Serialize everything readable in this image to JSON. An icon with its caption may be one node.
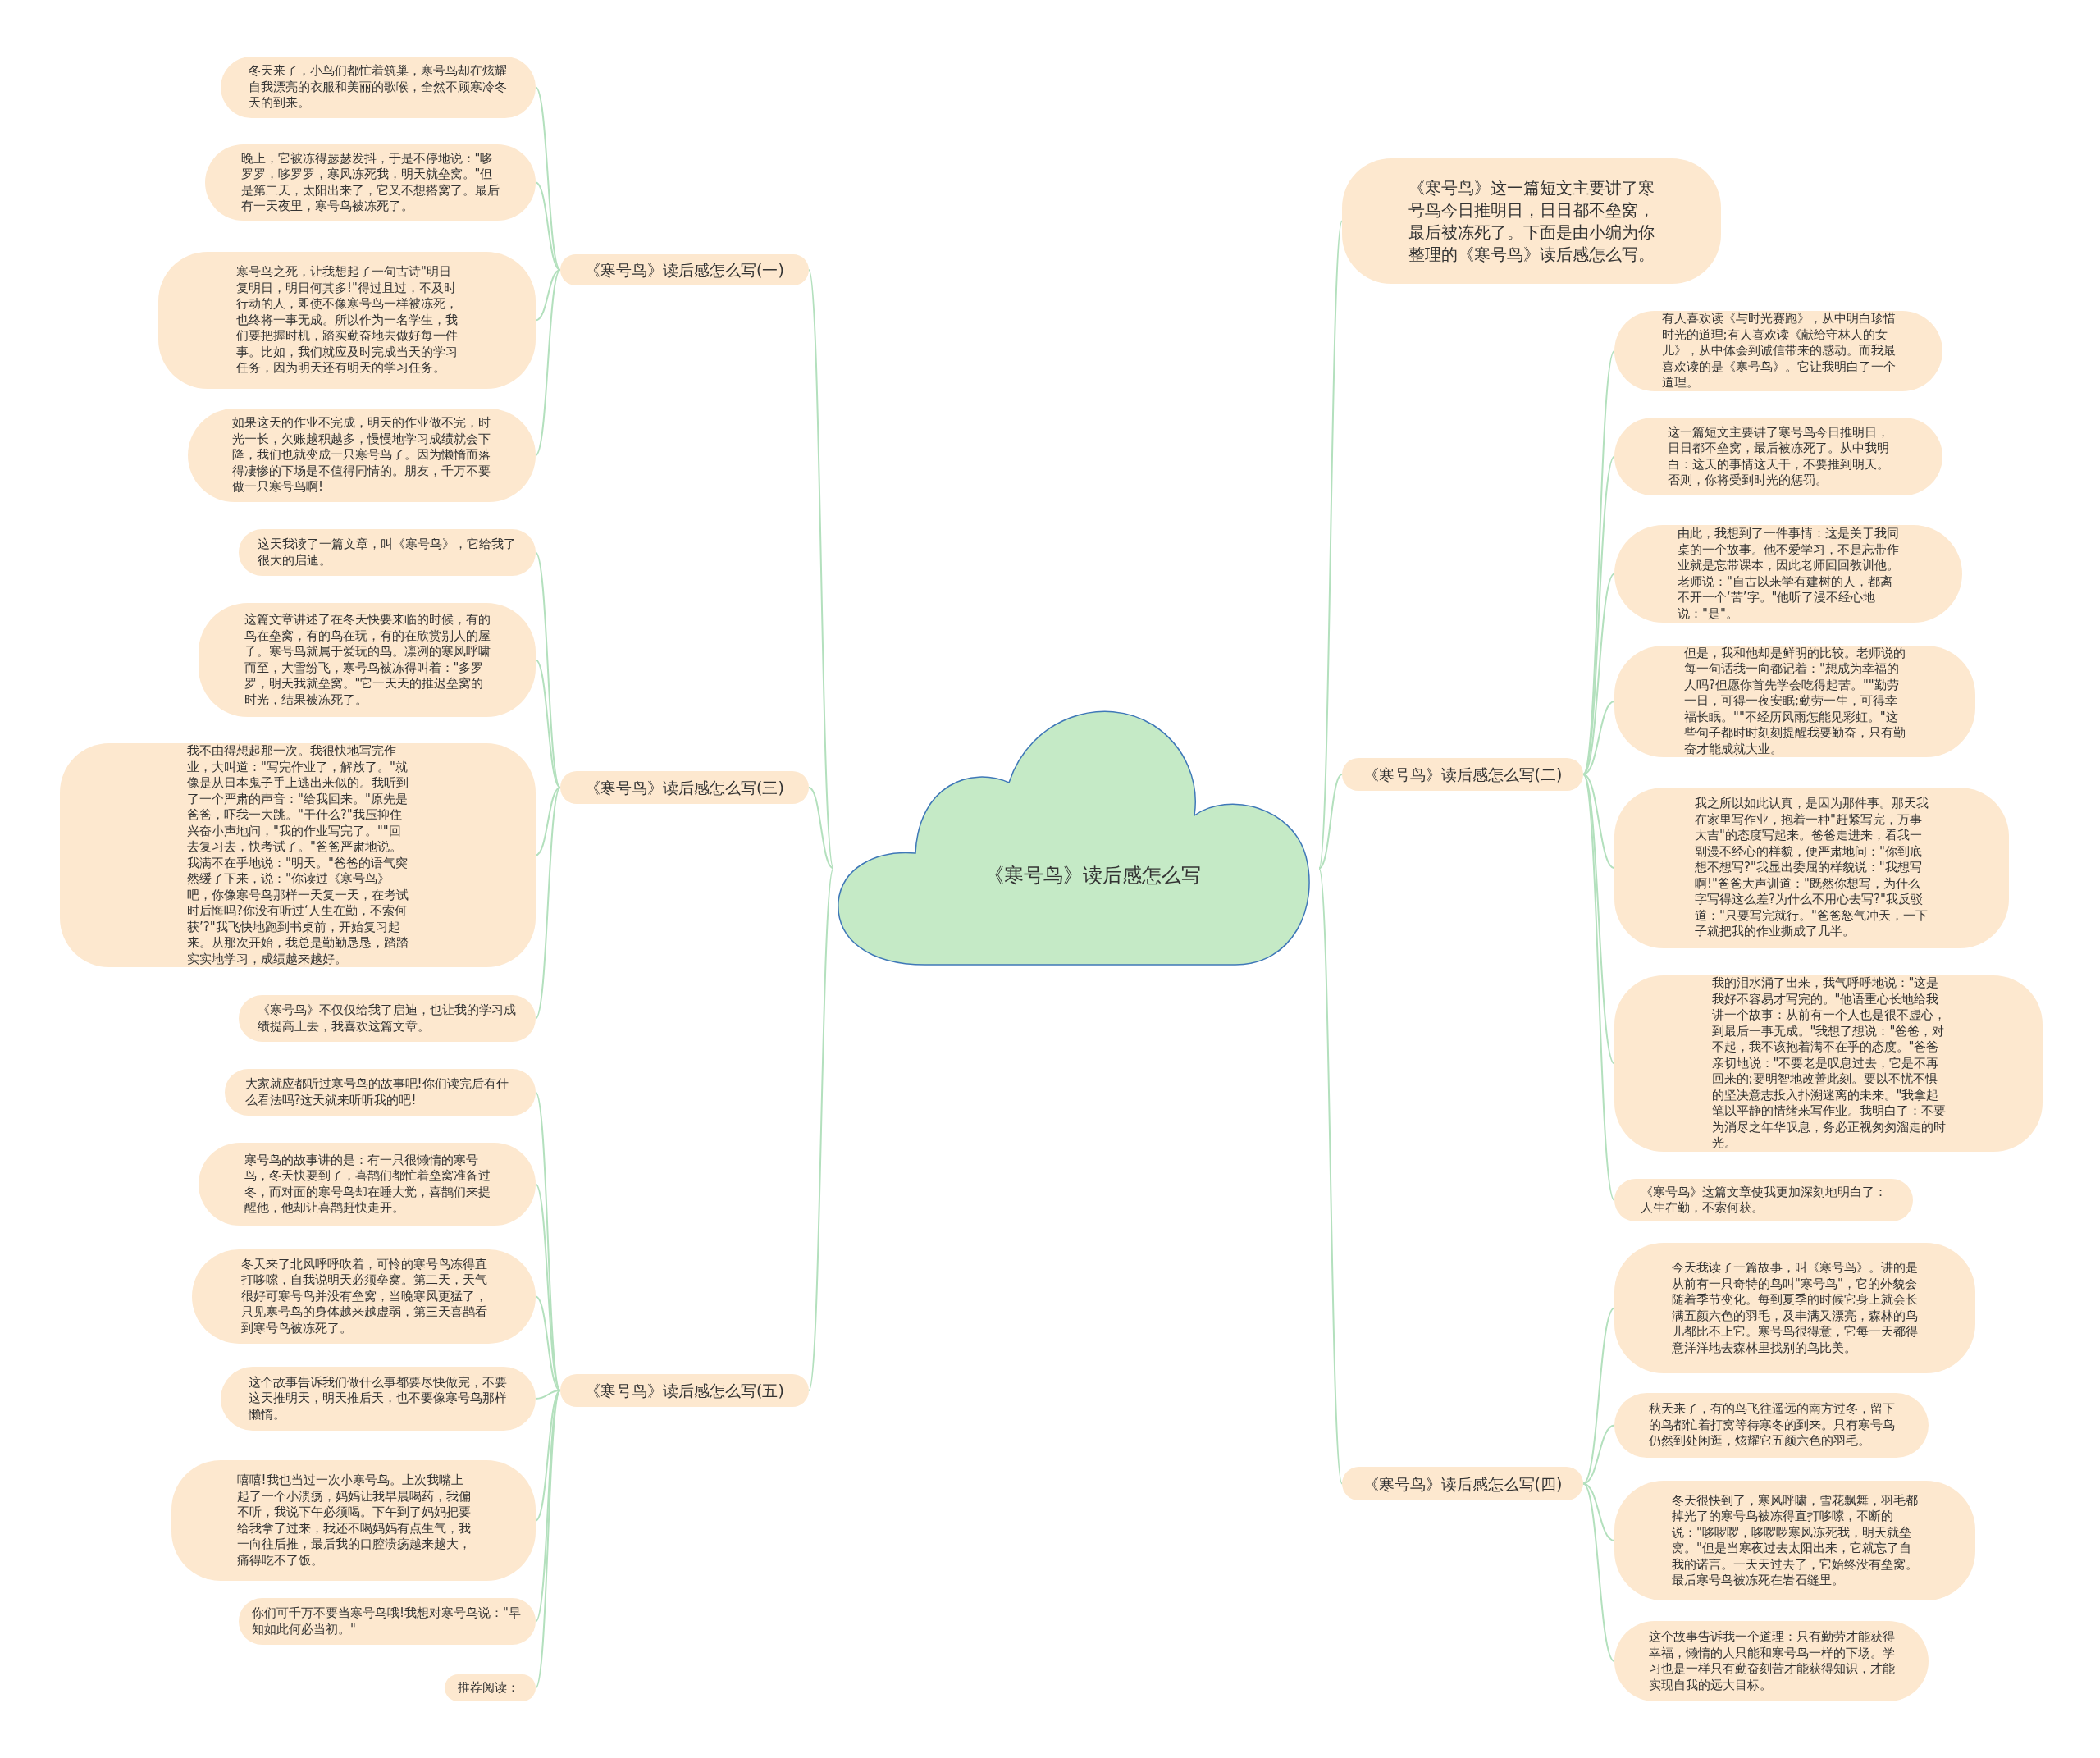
{
  "diagram": {
    "nodes": [
      {
        "text": [
          "《寒号鸟》读后感怎么写"
        ]
      },
      {
        "text": [
          "《寒号鸟》读后感怎么写(一)"
        ]
      },
      {
        "text": [
          "冬天来了，小鸟们都忙着筑巢，寒号鸟却在炫耀自我漂亮的衣服和美丽的歌喉，全然不顾寒冷冬天的到来。"
        ]
      },
      {
        "text": [
          "晚上，它被冻得瑟瑟发抖，于是不停地说：\"哆罗罗，哆罗罗，寒风冻死我，明天就垒窝。\"但是第二天，太阳出来了，它又不想搭窝了。最后有一天夜里，寒号鸟被冻死了。"
        ]
      },
      {
        "text": [
          "寒号鸟之死，让我想起了一句古诗\"明日复明日，明日何其多!\"得过且过，不及时行动的人，即使不像寒号鸟一样被冻死，也终将一事无成。所以作为一名学生，我们要把握时机，踏实勤奋地去做好每一件事。比如，我们就应及时完成当天的学习任务，因为明天还有明天的学习任务。"
        ]
      },
      {
        "text": [
          "如果这天的作业不完成，明天的作业做不完，时光一长，欠账越积越多，慢慢地学习成绩就会下降，我们也就变成一只寒号鸟了。因为懒惰而落得凄惨的下场是不值得同情的。朋友，千万不要做一只寒号鸟啊!"
        ]
      },
      {
        "text": [
          "《寒号鸟》读后感怎么写(三)"
        ]
      },
      {
        "text": [
          "这天我读了一篇文章，叫《寒号鸟》，它给我了很大的启迪。"
        ]
      },
      {
        "text": [
          "这篇文章讲述了在冬天快要来临的时候，有的鸟在垒窝，有的鸟在玩，有的在欣赏别人的屋子。寒号鸟就属于爱玩的鸟。凛冽的寒风呼啸而至，大雪纷飞，寒号鸟被冻得叫着：\"多罗罗，明天我就垒窝。\"它一天天的推迟垒窝的时光，结果被冻死了。"
        ]
      },
      {
        "text": [
          "我不由得想起那一次。我很快地写完作业，大叫道：\"写完作业了，解放了。\"就像是从日本鬼子手上逃出来似的。我听到了一个严肃的声音：\"给我回来。\"原先是爸爸，吓我一大跳。\"干什么?\"我压抑住兴奋小声地问，\"我的作业写完了。\"\"回去复习去，快考试了。\"爸爸严肃地说。我满不在乎地说：\"明天。\"爸爸的语气突然缓了下来，说：\"你读过《寒号鸟》吧，你像寒号鸟那样一天复一天，在考试时后悔吗?你没有听过‘人生在勤，不索何获’?\"我飞快地跑到书桌前，开始复习起来。从那次开始，我总是勤勤恳恳，踏踏实实地学习，成绩越来越好。"
        ]
      },
      {
        "text": [
          "《寒号鸟》不仅仅给我了启迪，也让我的学习成绩提高上去，我喜欢这篇文章。"
        ]
      },
      {
        "text": [
          "《寒号鸟》读后感怎么写(五)"
        ]
      },
      {
        "text": [
          "大家就应都听过寒号鸟的故事吧!你们读完后有什么看法吗?这天就来听听我的吧!"
        ]
      },
      {
        "text": [
          "寒号鸟的故事讲的是：有一只很懒惰的寒号鸟，冬天快要到了，喜鹊们都忙着垒窝准备过冬，而对面的寒号鸟却在睡大觉，喜鹊们来提醒他，他却让喜鹊赶快走开。"
        ]
      },
      {
        "text": [
          "冬天来了北风呼呼吹着，可怜的寒号鸟冻得直打哆嗦，自我说明天必须垒窝。第二天，天气很好可寒号鸟并没有垒窝，当晚寒风更猛了，只见寒号鸟的身体越来越虚弱，第三天喜鹊看到寒号鸟被冻死了。"
        ]
      },
      {
        "text": [
          "这个故事告诉我们做什么事都要尽快做完，不要这天推明天，明天推后天，也不要像寒号鸟那样懒惰。"
        ]
      },
      {
        "text": [
          "嘻嘻!我也当过一次小寒号鸟。上次我嘴上起了一个小溃疡，妈妈让我早晨喝药，我偏不听，我说下午必须喝。下午到了妈妈把要给我拿了过来，我还不喝妈妈有点生气，我一向往后推，最后我的口腔溃疡越来越大，痛得吃不了饭。"
        ]
      },
      {
        "text": [
          "你们可千万不要当寒号鸟哦!我想对寒号鸟说：\"早知如此何必当初。\""
        ]
      },
      {
        "text": [
          "推荐阅读："
        ]
      },
      {
        "text": [
          "《寒号鸟》这一篇短文主要讲了寒号鸟今日推明日，日日都不垒窝，最后被冻死了。下面是由小编为你整理的《寒号鸟》读后感怎么写。"
        ]
      },
      {
        "text": [
          "《寒号鸟》读后感怎么写(二)"
        ]
      },
      {
        "text": [
          "有人喜欢读《与时光赛跑》，从中明白珍惜时光的道理;有人喜欢读《献给守林人的女儿》，从中体会到诚信带来的感动。而我最喜欢读的是《寒号鸟》。它让我明白了一个道理。"
        ]
      },
      {
        "text": [
          "这一篇短文主要讲了寒号鸟今日推明日，日日都不垒窝，最后被冻死了。从中我明白：这天的事情这天干，不要推到明天。否则，你将受到时光的惩罚。"
        ]
      },
      {
        "text": [
          "由此，我想到了一件事情：这是关于我同桌的一个故事。他不爱学习，不是忘带作业就是忘带课本，因此老师回回教训他。老师说：\"自古以来学有建树的人，都离不开一个‘苦’字。\"他听了漫不经心地说：\"是\"。"
        ]
      },
      {
        "text": [
          "但是，我和他却是鲜明的比较。老师说的每一句话我一向都记着：\"想成为幸福的人吗?但愿你首先学会吃得起苦。\"\"勤劳一日，可得一夜安眠;勤劳一生，可得幸福长眠。\"\"不经历风雨怎能见彩虹。\"这些句子都时时刻刻提醒我要勤奋，只有勤奋才能成就大业。"
        ]
      },
      {
        "text": [
          "我之所以如此认真，是因为那件事。那天我在家里写作业，抱着一种\"赶紧写完，万事大吉\"的态度写起来。爸爸走进来，看我一副漫不经心的样貌，便严肃地问：\"你到底想不想写?\"我显出委屈的样貌说：\"我想写啊!\"爸爸大声训道：\"既然你想写，为什么字写得这么差?为什么不用心去写?\"我反驳道：\"只要写完就行。\"爸爸怒气冲天，一下子就把我的作业撕成了几半。"
        ]
      },
      {
        "text": [
          "我的泪水涌了出来，我气呼呼地说：\"这是我好不容易才写完的。\"他语重心长地给我讲一个故事：从前有一个人也是很不虚心，到最后一事无成。\"我想了想说：\"爸爸，对不起，我不该抱着满不在乎的态度。\"爸爸亲切地说：\"不要老是叹息过去，它是不再回来的;要明智地改善此刻。要以不忧不惧的坚决意志投入扑溯迷离的未来。\"我拿起笔以平静的情绪来写作业。我明白了：不要为消尽之年华叹息，务必正视匆匆溜走的时光。"
        ]
      },
      {
        "text": [
          "《寒号鸟》这篇文章使我更加深刻地明白了：人生在勤，不索何获。"
        ]
      },
      {
        "text": [
          "《寒号鸟》读后感怎么写(四)"
        ]
      },
      {
        "text": [
          "今天我读了一篇故事，叫《寒号鸟》。讲的是从前有一只奇特的鸟叫\"寒号鸟\"，它的外貌会随着季节变化。每到夏季的时候它身上就会长满五颜六色的羽毛，及丰满又漂亮，森林的鸟儿都比不上它。寒号鸟很得意，它每一天都得意洋洋地去森林里找别的鸟比美。"
        ]
      },
      {
        "text": [
          "秋天来了，有的鸟飞往遥远的南方过冬，留下的鸟都忙着打窝等待寒冬的到来。只有寒号鸟仍然到处闲逛，炫耀它五颜六色的羽毛。"
        ]
      },
      {
        "text": [
          "冬天很快到了，寒风呼啸，雪花飘舞，羽毛都掉光了的寒号鸟被冻得直打哆嗦，不断的说：\"哆啰啰，哆啰啰寒风冻死我，明天就垒窝。\"但是当寒夜过去太阳出来，它就忘了自我的诺言。一天天过去了，它始终没有垒窝。最后寒号鸟被冻死在岩石缝里。"
        ]
      },
      {
        "text": [
          "这个故事告诉我一个道理：只有勤劳才能获得幸福，懒惰的人只能和寒号鸟一样的下场。学习也是一样只有勤奋刻苦才能获得知识，才能实现自我的远大目标。"
        ]
      }
    ],
    "edges": [
      {
        "from": 0,
        "to": 1,
        "arrow": "none"
      },
      {
        "from": 1,
        "to": 2,
        "arrow": "none"
      },
      {
        "from": 1,
        "to": 3,
        "arrow": "none"
      },
      {
        "from": 1,
        "to": 4,
        "arrow": "none"
      },
      {
        "from": 1,
        "to": 5,
        "arrow": "none"
      },
      {
        "from": 0,
        "to": 6,
        "arrow": "none"
      },
      {
        "from": 6,
        "to": 7,
        "arrow": "none"
      },
      {
        "from": 6,
        "to": 8,
        "arrow": "none"
      },
      {
        "from": 6,
        "to": 9,
        "arrow": "none"
      },
      {
        "from": 6,
        "to": 10,
        "arrow": "none"
      },
      {
        "from": 0,
        "to": 11,
        "arrow": "none"
      },
      {
        "from": 11,
        "to": 12,
        "arrow": "none"
      },
      {
        "from": 11,
        "to": 13,
        "arrow": "none"
      },
      {
        "from": 11,
        "to": 14,
        "arrow": "none"
      },
      {
        "from": 11,
        "to": 15,
        "arrow": "none"
      },
      {
        "from": 11,
        "to": 16,
        "arrow": "none"
      },
      {
        "from": 11,
        "to": 17,
        "arrow": "none"
      },
      {
        "from": 11,
        "to": 18,
        "arrow": "none"
      },
      {
        "from": 0,
        "to": 19,
        "arrow": "none"
      },
      {
        "from": 0,
        "to": 20,
        "arrow": "none"
      },
      {
        "from": 20,
        "to": 21,
        "arrow": "none"
      },
      {
        "from": 20,
        "to": 22,
        "arrow": "none"
      },
      {
        "from": 20,
        "to": 23,
        "arrow": "none"
      },
      {
        "from": 20,
        "to": 24,
        "arrow": "none"
      },
      {
        "from": 20,
        "to": 25,
        "arrow": "none"
      },
      {
        "from": 20,
        "to": 26,
        "arrow": "none"
      },
      {
        "from": 20,
        "to": 27,
        "arrow": "none"
      },
      {
        "from": 0,
        "to": 28,
        "arrow": "none"
      },
      {
        "from": 28,
        "to": 29,
        "arrow": "none"
      },
      {
        "from": 28,
        "to": 30,
        "arrow": "none"
      },
      {
        "from": 28,
        "to": 31,
        "arrow": "none"
      },
      {
        "from": 28,
        "to": 32,
        "arrow": "none"
      }
    ]
  }
}
